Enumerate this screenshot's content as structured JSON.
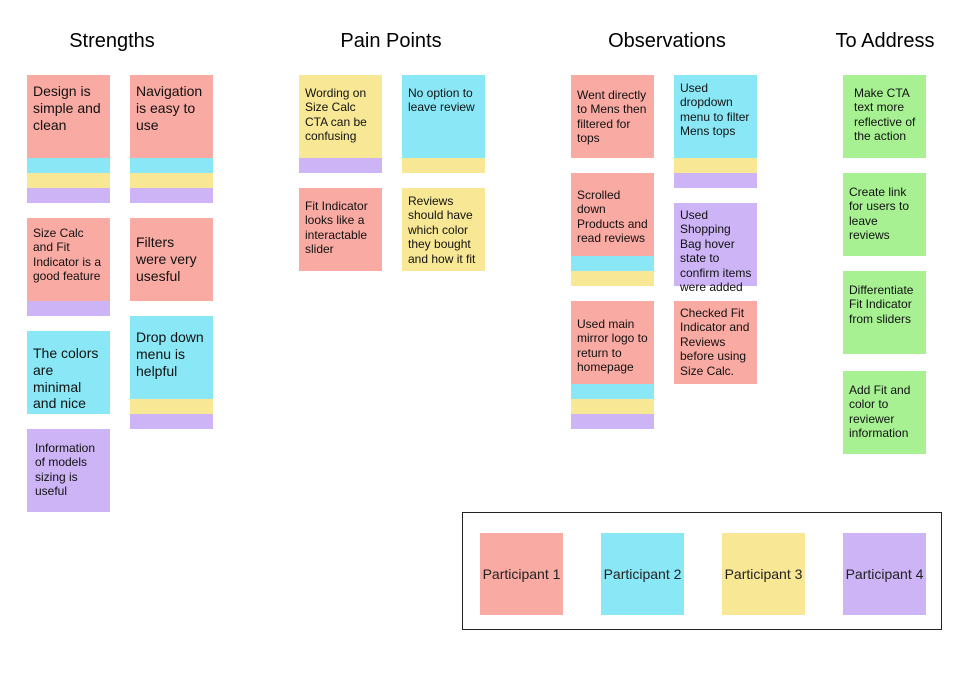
{
  "columns": {
    "strengths": "Strengths",
    "pain_points": "Pain Points",
    "observations": "Observations",
    "to_address": "To Address"
  },
  "notes": {
    "s1": "Design is simple and clean",
    "s2": "Navigation is easy to use",
    "s3": "Size Calc and Fit Indicator is a good feature",
    "s4": "Filters were very usesful",
    "s5": "The colors are minimal and nice",
    "s6": "Drop down menu is helpful",
    "s7": "Information of models sizing is useful",
    "p1": "Wording on Size Calc CTA can be confusing",
    "p2": "No option to leave review",
    "p3": "Fit Indicator looks like a interactable slider",
    "p4": "Reviews should have which color they bought and how it fit",
    "o1": "Went directly to Mens then filtered for tops",
    "o2": "Used dropdown menu to filter Mens tops",
    "o3": "Scrolled down Products and read reviews",
    "o4": "Used Shopping Bag hover state to confirm items were added",
    "o5": "Used main mirror logo to return to homepage",
    "o6": "Checked Fit Indicator and Reviews before using Size Calc.",
    "a1": "Make CTA text more reflective of the action",
    "a2": "Create link for users to leave reviews",
    "a3": "Differentiate Fit Indicator from sliders",
    "a4": "Add Fit and color to reviewer information"
  },
  "legend": {
    "p1": "Participant 1",
    "p2": "Participant 2",
    "p3": "Participant 3",
    "p4": "Participant 4"
  },
  "colors": {
    "participant_1": "#f9aaa2",
    "participant_2": "#8ae8f6",
    "participant_3": "#f8e895",
    "participant_4": "#cdb4f6",
    "to_address": "#a7f193"
  }
}
